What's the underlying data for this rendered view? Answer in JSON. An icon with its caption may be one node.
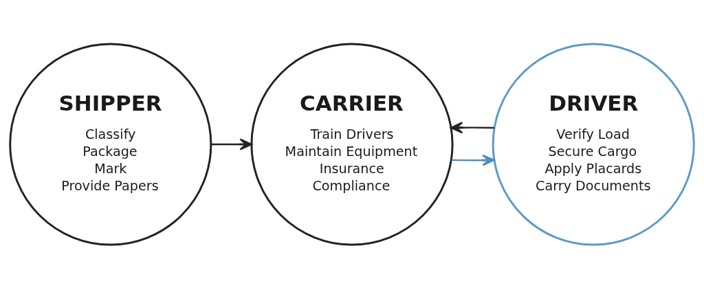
{
  "diagram": {
    "nodes": [
      {
        "text": [
          "SHIPPER",
          "Classify",
          "Package",
          "Mark",
          "Provide Papers"
        ]
      },
      {
        "text": [
          "CARRIER",
          "Train Drivers",
          "Maintain Equipment",
          "Insurance",
          "Compliance"
        ]
      },
      {
        "text": [
          "DRIVER",
          "Verify Load",
          "Secure Cargo",
          "Apply Placards",
          "Carry Documents"
        ]
      }
    ],
    "edges": [
      {
        "from": 0,
        "to": 1,
        "arrow": "to"
      },
      {
        "from": 1,
        "to": 2,
        "arrow": "to",
        "color": "#4a8fc0"
      },
      {
        "from": 2,
        "to": 1,
        "arrow": "to"
      }
    ]
  }
}
